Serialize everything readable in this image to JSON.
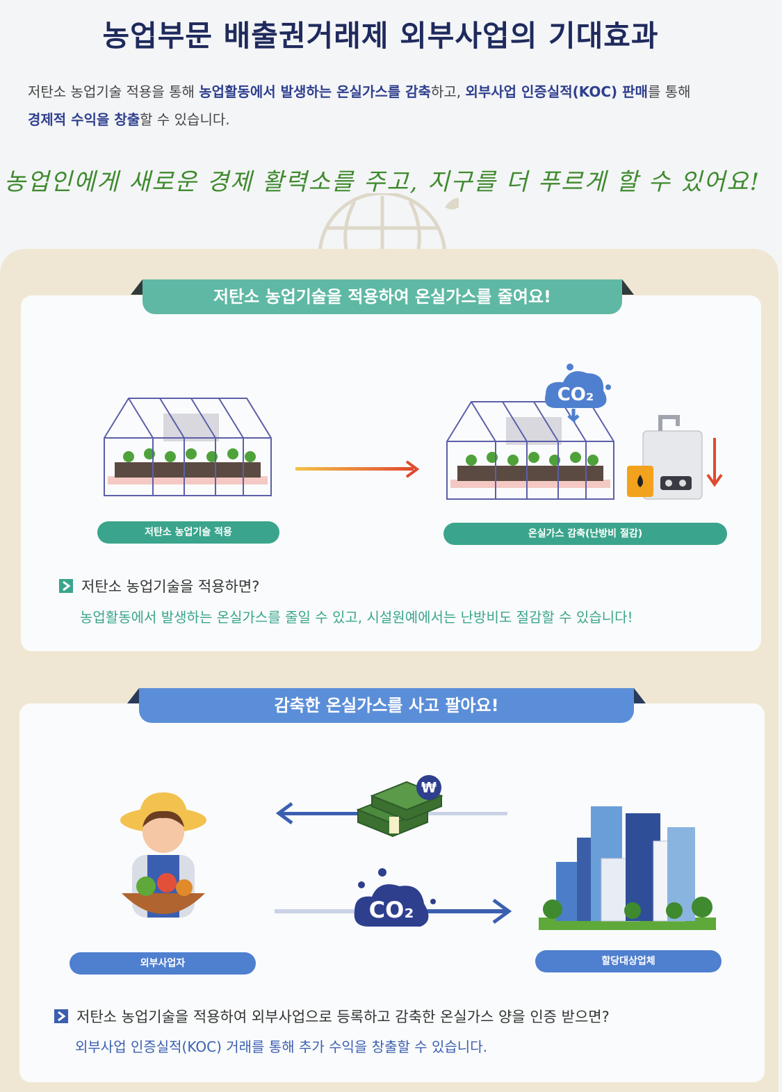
{
  "title": "농업부문 배출권거래제 외부사업의 기대효과",
  "intro": {
    "p1": "저탄소 농업기술 적용을 통해 ",
    "h1": "농업활동에서 발생하는 온실가스를 감축",
    "p2": "하고, ",
    "h2": "외부사업 인증실적(KOC) 판매",
    "p3": "를 통해 ",
    "h3": "경제적 수익을 창출",
    "p4": "할 수 있습니다."
  },
  "slogan": "농업인에게 새로운 경제 활력소를 주고, 지구를 더 푸르게 할 수 있어요!",
  "section1": {
    "ribbon": "저탄소 농업기술을 적용하여 온실가스를 줄여요!",
    "label_left": "저탄소 농업기술 적용",
    "label_right": "온실가스 감축(난방비 절감)",
    "co2_label": "CO₂",
    "question": "저탄소 농업기술을 적용하면?",
    "answer": "농업활동에서 발생하는 온실가스를 줄일 수 있고, 시설원예에서는 난방비도 절감할 수 있습니다!"
  },
  "section2": {
    "ribbon": "감축한 온실가스를 사고 팔아요!",
    "label_left": "외부사업자",
    "label_right": "할당대상업체",
    "won_label": "₩",
    "co2_label": "CO₂",
    "question": "저탄소 농업기술을 적용하여 외부사업으로 등록하고 감축한 온실가스 양을 인증 받으면?",
    "answer": "외부사업 인증실적(KOC) 거래를 통해 추가 수익을 창출할 수 있습니다."
  },
  "colors": {
    "teal": "#3aa58c",
    "blue": "#4f7fcf",
    "navy": "#1f2a5c",
    "green": "#3f8a2e"
  },
  "icons": [
    "greenhouse-icon",
    "arrow-right-icon",
    "co2-cloud-icon",
    "boiler-icon",
    "fuel-can-icon",
    "down-arrow-icon",
    "farmer-icon",
    "money-icon",
    "won-icon",
    "buildings-icon",
    "globe-icon",
    "bullet-icon"
  ]
}
